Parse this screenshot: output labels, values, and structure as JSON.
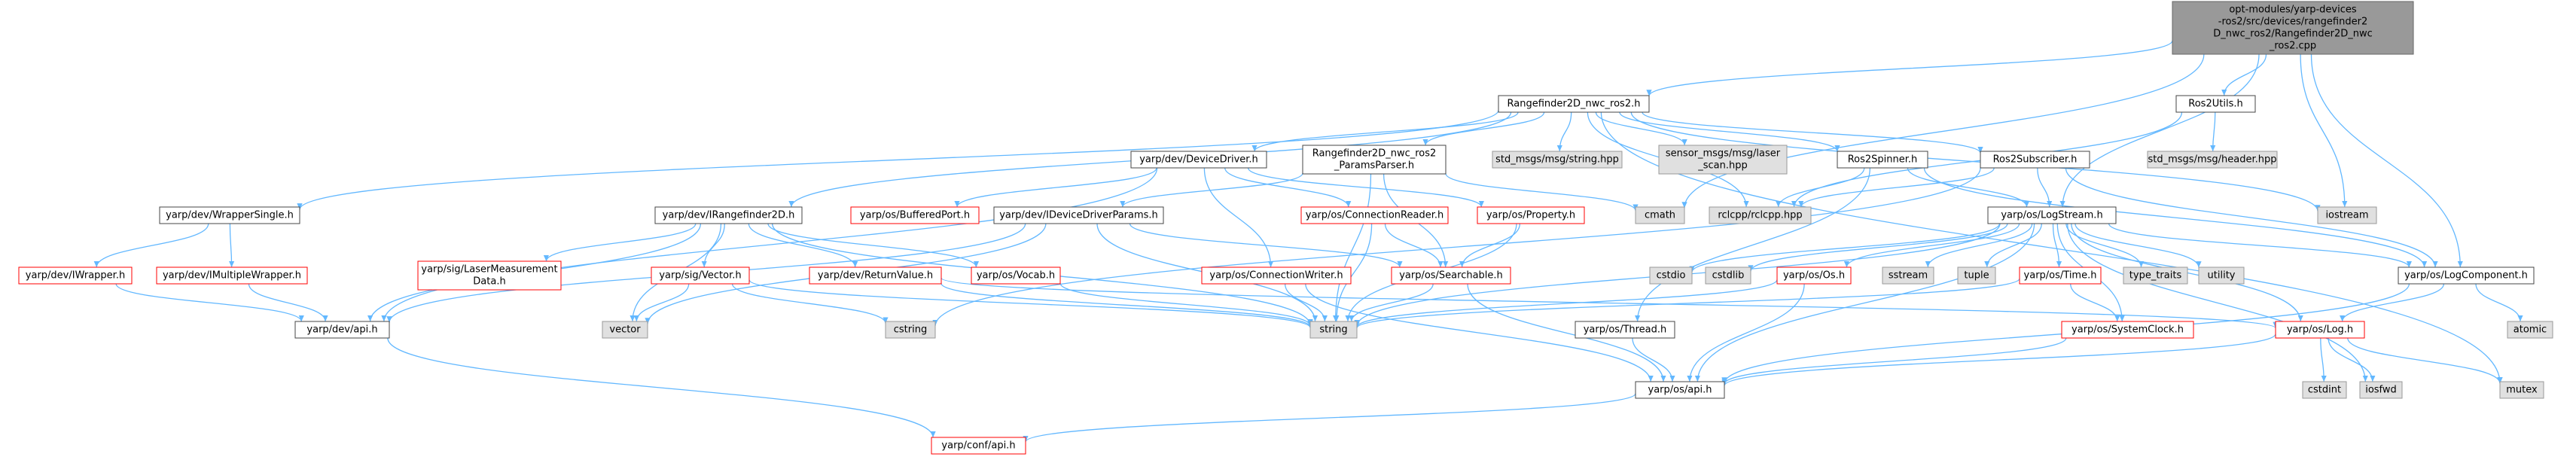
{
  "colors": {
    "root_fill": "#999999",
    "root_stroke": "#666666",
    "normal_fill": "#ffffff",
    "normal_stroke": "#444444",
    "system_fill": "#e0e0e0",
    "system_stroke": "#999999",
    "missing_fill": "#ffffff",
    "missing_stroke": "#ff0000",
    "edge": "#63b8ff",
    "text": "#000000"
  },
  "nodes": [
    {
      "id": "root",
      "kind": "root",
      "lines": [
        "opt-modules/yarp-devices",
        "-ros2/src/devices/rangefinder2",
        "D_nwc_ros2/Rangefinder2D_nwc",
        "_ros2.cpp"
      ]
    },
    {
      "id": "rf_h",
      "kind": "normal",
      "lines": [
        "Rangefinder2D_nwc_ros2.h"
      ]
    },
    {
      "id": "ros2utils",
      "kind": "normal",
      "lines": [
        "Ros2Utils.h"
      ]
    },
    {
      "id": "std_string",
      "kind": "system",
      "lines": [
        "std_msgs/msg/string.hpp"
      ]
    },
    {
      "id": "sensor_scan",
      "kind": "system",
      "lines": [
        "sensor_msgs/msg/laser",
        "_scan.hpp"
      ]
    },
    {
      "id": "std_header",
      "kind": "system",
      "lines": [
        "std_msgs/msg/header.hpp"
      ]
    },
    {
      "id": "devicedriver",
      "kind": "normal",
      "lines": [
        "yarp/dev/DeviceDriver.h"
      ]
    },
    {
      "id": "params_parser",
      "kind": "normal",
      "lines": [
        "Rangefinder2D_nwc_ros2",
        "_ParamsParser.h"
      ]
    },
    {
      "id": "ros2spinner",
      "kind": "normal",
      "lines": [
        "Ros2Spinner.h"
      ]
    },
    {
      "id": "ros2subscriber",
      "kind": "normal",
      "lines": [
        "Ros2Subscriber.h"
      ]
    },
    {
      "id": "iostream",
      "kind": "system",
      "lines": [
        "iostream"
      ]
    },
    {
      "id": "wrappersingle",
      "kind": "normal",
      "lines": [
        "yarp/dev/WrapperSingle.h"
      ]
    },
    {
      "id": "irangefinder",
      "kind": "normal",
      "lines": [
        "yarp/dev/IRangefinder2D.h"
      ]
    },
    {
      "id": "bufferedport",
      "kind": "missing",
      "lines": [
        "yarp/os/BufferedPort.h"
      ]
    },
    {
      "id": "idevparams",
      "kind": "normal",
      "lines": [
        "yarp/dev/IDeviceDriverParams.h"
      ]
    },
    {
      "id": "connreader",
      "kind": "missing",
      "lines": [
        "yarp/os/ConnectionReader.h"
      ]
    },
    {
      "id": "property",
      "kind": "missing",
      "lines": [
        "yarp/os/Property.h"
      ]
    },
    {
      "id": "cmath",
      "kind": "system",
      "lines": [
        "cmath"
      ]
    },
    {
      "id": "rclcpp",
      "kind": "system",
      "lines": [
        "rclcpp/rclcpp.hpp"
      ]
    },
    {
      "id": "logstream",
      "kind": "normal",
      "lines": [
        "yarp/os/LogStream.h"
      ]
    },
    {
      "id": "iwrapper",
      "kind": "missing",
      "lines": [
        "yarp/dev/IWrapper.h"
      ]
    },
    {
      "id": "imultiwrapper",
      "kind": "missing",
      "lines": [
        "yarp/dev/IMultipleWrapper.h"
      ]
    },
    {
      "id": "lasermeas",
      "kind": "missing",
      "lines": [
        "yarp/sig/LaserMeasurement",
        "Data.h"
      ]
    },
    {
      "id": "sigvector",
      "kind": "missing",
      "lines": [
        "yarp/sig/Vector.h"
      ]
    },
    {
      "id": "returnvalue",
      "kind": "missing",
      "lines": [
        "yarp/dev/ReturnValue.h"
      ]
    },
    {
      "id": "vocab",
      "kind": "missing",
      "lines": [
        "yarp/os/Vocab.h"
      ]
    },
    {
      "id": "connwriter",
      "kind": "missing",
      "lines": [
        "yarp/os/ConnectionWriter.h"
      ]
    },
    {
      "id": "searchable",
      "kind": "missing",
      "lines": [
        "yarp/os/Searchable.h"
      ]
    },
    {
      "id": "cstdio",
      "kind": "system",
      "lines": [
        "cstdio"
      ]
    },
    {
      "id": "cstdlib",
      "kind": "system",
      "lines": [
        "cstdlib"
      ]
    },
    {
      "id": "os_h",
      "kind": "missing",
      "lines": [
        "yarp/os/Os.h"
      ]
    },
    {
      "id": "sstream",
      "kind": "system",
      "lines": [
        "sstream"
      ]
    },
    {
      "id": "tuple",
      "kind": "system",
      "lines": [
        "tuple"
      ]
    },
    {
      "id": "time_h",
      "kind": "missing",
      "lines": [
        "yarp/os/Time.h"
      ]
    },
    {
      "id": "type_traits",
      "kind": "system",
      "lines": [
        "type_traits"
      ]
    },
    {
      "id": "utility",
      "kind": "system",
      "lines": [
        "utility"
      ]
    },
    {
      "id": "logcomponent",
      "kind": "normal",
      "lines": [
        "yarp/os/LogComponent.h"
      ]
    },
    {
      "id": "vector",
      "kind": "system",
      "lines": [
        "vector"
      ]
    },
    {
      "id": "cstring",
      "kind": "system",
      "lines": [
        "cstring"
      ]
    },
    {
      "id": "string",
      "kind": "system",
      "lines": [
        "string"
      ]
    },
    {
      "id": "thread",
      "kind": "normal",
      "lines": [
        "yarp/os/Thread.h"
      ]
    },
    {
      "id": "systemclock",
      "kind": "missing",
      "lines": [
        "yarp/os/SystemClock.h"
      ]
    },
    {
      "id": "log_h",
      "kind": "missing",
      "lines": [
        "yarp/os/Log.h"
      ]
    },
    {
      "id": "atomic",
      "kind": "system",
      "lines": [
        "atomic"
      ]
    },
    {
      "id": "dev_api",
      "kind": "normal",
      "lines": [
        "yarp/dev/api.h"
      ]
    },
    {
      "id": "os_api",
      "kind": "normal",
      "lines": [
        "yarp/os/api.h"
      ]
    },
    {
      "id": "cstdint",
      "kind": "system",
      "lines": [
        "cstdint"
      ]
    },
    {
      "id": "iosfwd",
      "kind": "system",
      "lines": [
        "iosfwd"
      ]
    },
    {
      "id": "mutex",
      "kind": "system",
      "lines": [
        "mutex"
      ]
    },
    {
      "id": "conf_api",
      "kind": "missing",
      "lines": [
        "yarp/conf/api.h"
      ]
    }
  ],
  "edges": [
    [
      "root",
      "rf_h"
    ],
    [
      "root",
      "ros2utils"
    ],
    [
      "root",
      "cmath"
    ],
    [
      "root",
      "logstream"
    ],
    [
      "root",
      "logcomponent"
    ],
    [
      "root",
      "iostream"
    ],
    [
      "rf_h",
      "std_string"
    ],
    [
      "rf_h",
      "sensor_scan"
    ],
    [
      "rf_h",
      "devicedriver"
    ],
    [
      "rf_h",
      "params_parser"
    ],
    [
      "rf_h",
      "ros2spinner"
    ],
    [
      "rf_h",
      "ros2subscriber"
    ],
    [
      "rf_h",
      "wrappersingle"
    ],
    [
      "rf_h",
      "irangefinder"
    ],
    [
      "rf_h",
      "rclcpp"
    ],
    [
      "rf_h",
      "iostream"
    ],
    [
      "rf_h",
      "mutex"
    ],
    [
      "ros2utils",
      "std_header"
    ],
    [
      "ros2utils",
      "rclcpp"
    ],
    [
      "devicedriver",
      "bufferedport"
    ],
    [
      "devicedriver",
      "connreader"
    ],
    [
      "devicedriver",
      "connwriter"
    ],
    [
      "devicedriver",
      "property"
    ],
    [
      "devicedriver",
      "dev_api"
    ],
    [
      "params_parser",
      "idevparams"
    ],
    [
      "params_parser",
      "cmath"
    ],
    [
      "params_parser",
      "string"
    ],
    [
      "params_parser",
      "searchable"
    ],
    [
      "ros2spinner",
      "rclcpp"
    ],
    [
      "ros2spinner",
      "logstream"
    ],
    [
      "ros2spinner",
      "logcomponent"
    ],
    [
      "ros2spinner",
      "thread"
    ],
    [
      "ros2subscriber",
      "rclcpp"
    ],
    [
      "ros2subscriber",
      "logstream"
    ],
    [
      "ros2subscriber",
      "logcomponent"
    ],
    [
      "ros2subscriber",
      "cstring"
    ],
    [
      "wrappersingle",
      "iwrapper"
    ],
    [
      "wrappersingle",
      "imultiwrapper"
    ],
    [
      "irangefinder",
      "lasermeas"
    ],
    [
      "irangefinder",
      "sigvector"
    ],
    [
      "irangefinder",
      "returnvalue"
    ],
    [
      "irangefinder",
      "vocab"
    ],
    [
      "irangefinder",
      "vector"
    ],
    [
      "irangefinder",
      "dev_api"
    ],
    [
      "irangefinder",
      "string"
    ],
    [
      "idevparams",
      "searchable"
    ],
    [
      "idevparams",
      "string"
    ],
    [
      "idevparams",
      "dev_api"
    ],
    [
      "idevparams",
      "vector"
    ],
    [
      "connreader",
      "searchable"
    ],
    [
      "connreader",
      "string"
    ],
    [
      "property",
      "searchable"
    ],
    [
      "property",
      "string"
    ],
    [
      "logstream",
      "cstdio"
    ],
    [
      "logstream",
      "cstdlib"
    ],
    [
      "logstream",
      "os_h"
    ],
    [
      "logstream",
      "sstream"
    ],
    [
      "logstream",
      "tuple"
    ],
    [
      "logstream",
      "time_h"
    ],
    [
      "logstream",
      "type_traits"
    ],
    [
      "logstream",
      "utility"
    ],
    [
      "logstream",
      "logcomponent"
    ],
    [
      "logstream",
      "string"
    ],
    [
      "logstream",
      "systemclock"
    ],
    [
      "logstream",
      "log_h"
    ],
    [
      "logstream",
      "os_api"
    ],
    [
      "logstream",
      "iosfwd"
    ],
    [
      "iwrapper",
      "dev_api"
    ],
    [
      "imultiwrapper",
      "dev_api"
    ],
    [
      "sigvector",
      "vector"
    ],
    [
      "sigvector",
      "cstring"
    ],
    [
      "sigvector",
      "string"
    ],
    [
      "returnvalue",
      "string"
    ],
    [
      "returnvalue",
      "log_h"
    ],
    [
      "vocab",
      "string"
    ],
    [
      "connwriter",
      "string"
    ],
    [
      "connwriter",
      "os_api"
    ],
    [
      "searchable",
      "string"
    ],
    [
      "searchable",
      "os_api"
    ],
    [
      "os_h",
      "string"
    ],
    [
      "os_h",
      "os_api"
    ],
    [
      "time_h",
      "systemclock"
    ],
    [
      "time_h",
      "string"
    ],
    [
      "logcomponent",
      "atomic"
    ],
    [
      "logcomponent",
      "log_h"
    ],
    [
      "logcomponent",
      "os_api"
    ],
    [
      "thread",
      "os_api"
    ],
    [
      "systemclock",
      "os_api"
    ],
    [
      "log_h",
      "cstdint"
    ],
    [
      "log_h",
      "iosfwd"
    ],
    [
      "log_h",
      "mutex"
    ],
    [
      "log_h",
      "os_api"
    ],
    [
      "dev_api",
      "conf_api"
    ],
    [
      "os_api",
      "conf_api"
    ]
  ]
}
